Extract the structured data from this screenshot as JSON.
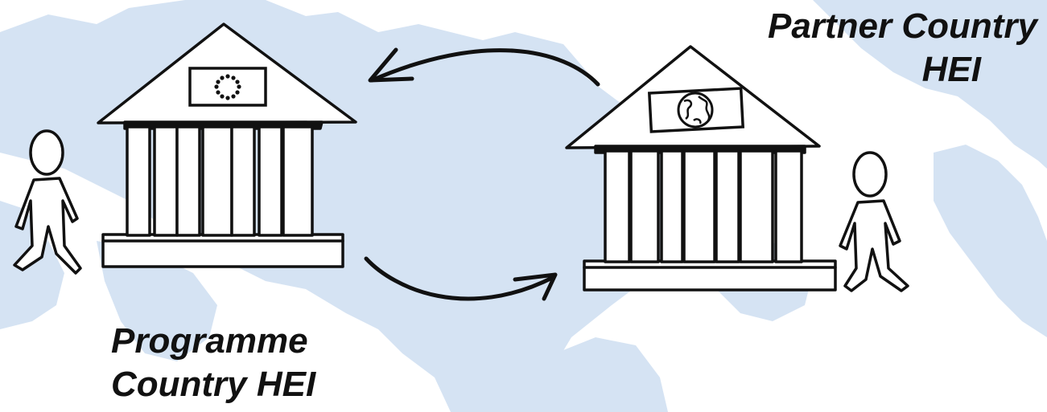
{
  "labels": {
    "partner_line1": "Partner Country",
    "partner_line2": "HEI",
    "programme_line1": "Programme",
    "programme_line2": "Country HEI"
  },
  "colors": {
    "map": "#d5e3f3",
    "ink": "#111111",
    "background": "#ffffff"
  },
  "icons": {
    "programme_emblem": "eu-stars-flag-icon",
    "partner_emblem": "globe-flag-icon"
  }
}
